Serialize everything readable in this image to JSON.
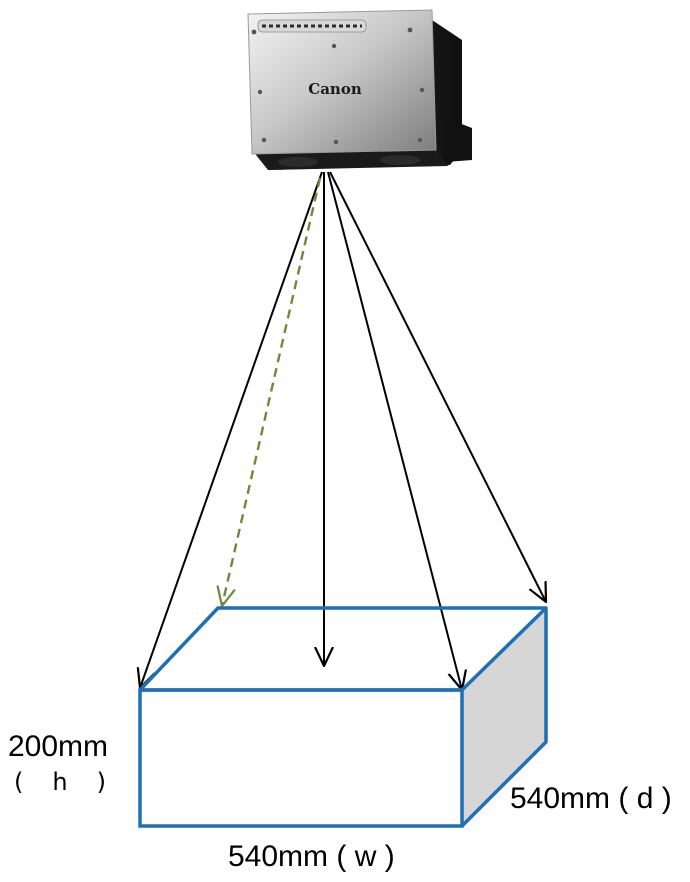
{
  "scanner": {
    "brand": "Canon",
    "icon": "document-camera-scanner-icon"
  },
  "dimensions": {
    "height_value": "200mm",
    "height_unit": "( h )",
    "width_label": "540mm ( w )",
    "depth_label": "540mm ( d )"
  },
  "colors": {
    "box_outline": "#1f6fb5",
    "box_side": "#d6d6d6",
    "arrows": "#000000",
    "dashed_arrow": "#6e8a3a"
  }
}
